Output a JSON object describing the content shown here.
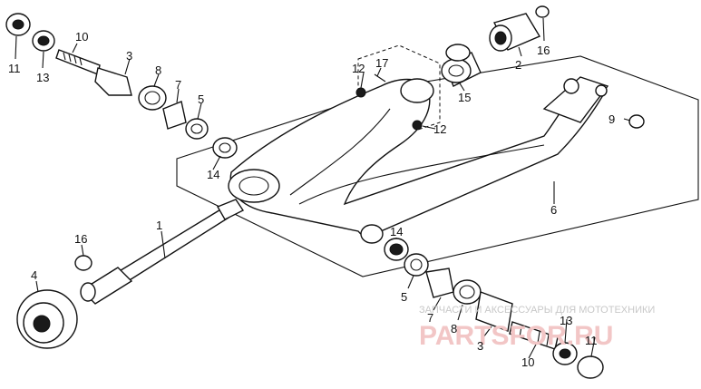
{
  "callouts": [
    {
      "id": "c11a",
      "text": "11"
    },
    {
      "id": "c13a",
      "text": "13"
    },
    {
      "id": "c10a",
      "text": "10"
    },
    {
      "id": "c3a",
      "text": "3"
    },
    {
      "id": "c8a",
      "text": "8"
    },
    {
      "id": "c7a",
      "text": "7"
    },
    {
      "id": "c5a",
      "text": "5"
    },
    {
      "id": "c14a",
      "text": "14"
    },
    {
      "id": "c12a",
      "text": "12"
    },
    {
      "id": "c17",
      "text": "17"
    },
    {
      "id": "c12b",
      "text": "12"
    },
    {
      "id": "c15",
      "text": "15"
    },
    {
      "id": "c16a",
      "text": "16"
    },
    {
      "id": "c2",
      "text": "2"
    },
    {
      "id": "c9",
      "text": "9"
    },
    {
      "id": "c6",
      "text": "6"
    },
    {
      "id": "c1",
      "text": "1"
    },
    {
      "id": "c16b",
      "text": "16"
    },
    {
      "id": "c4",
      "text": "4"
    },
    {
      "id": "c14b",
      "text": "14"
    },
    {
      "id": "c5b",
      "text": "5"
    },
    {
      "id": "c7b",
      "text": "7"
    },
    {
      "id": "c8b",
      "text": "8"
    },
    {
      "id": "c3b",
      "text": "3"
    },
    {
      "id": "c13b",
      "text": "13"
    },
    {
      "id": "c11b",
      "text": "11"
    },
    {
      "id": "c10b",
      "text": "10"
    }
  ],
  "watermark": {
    "subtitle": "ЗАПЧАСТИ И АКСЕССУАРЫ ДЛЯ МОТОТЕХНИКИ",
    "site": "PARTSFOR.RU"
  }
}
